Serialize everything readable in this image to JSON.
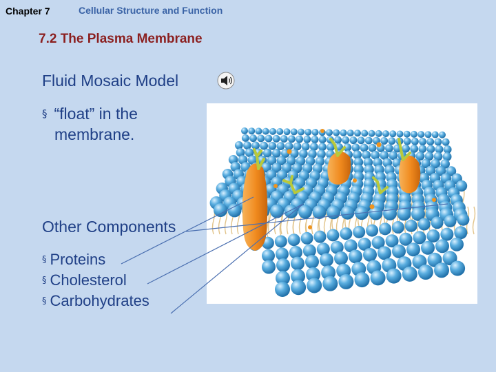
{
  "header": {
    "chapter": "Chapter 7",
    "section": "Cellular Structure and Function"
  },
  "slide": {
    "heading": "7.2 The Plasma Membrane",
    "fluid_mosaic": {
      "title": "Fluid Mosaic Model",
      "audio_icon": "speaker-icon",
      "bullet_marker": "§",
      "bullet_line1": "“float” in the",
      "bullet_line2": "membrane."
    },
    "other_components": {
      "title": "Other Components",
      "bullet_marker": "§",
      "items": [
        "Proteins",
        "Cholesterol",
        "Carbohydrates"
      ]
    },
    "figure": {
      "subject": "plasma membrane phospholipid bilayer illustration",
      "colors": {
        "lipid_head": "#5aaee0",
        "protein": "#f08a1e",
        "carbohydrate": "#b8c93c",
        "tail": "#e8c88a",
        "pointer_line": "#4a6fb0"
      }
    }
  },
  "colors": {
    "background": "#c5d8ef",
    "heading": "#8b1f1f",
    "body_text": "#1f3f86",
    "section": "#3a63a6"
  }
}
